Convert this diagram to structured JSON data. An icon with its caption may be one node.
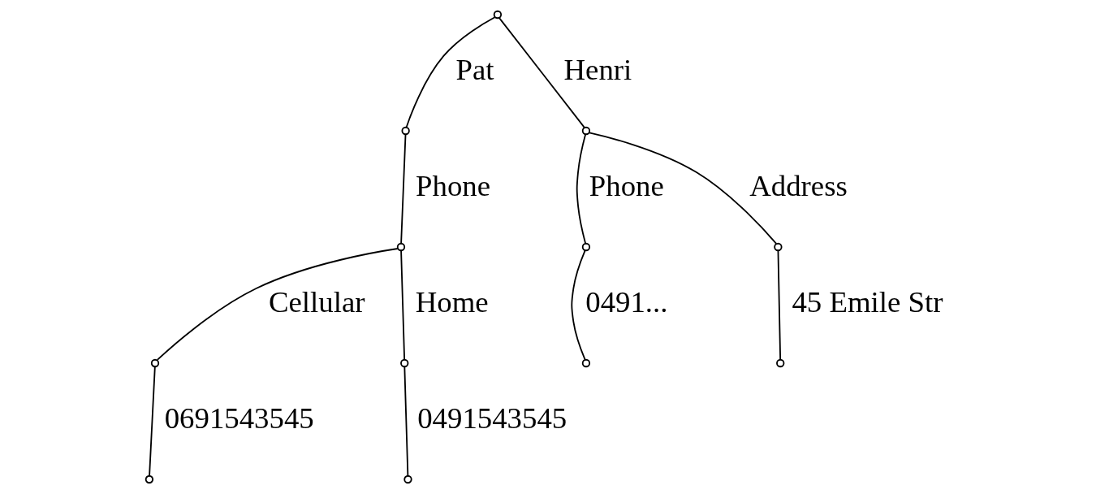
{
  "diagram": {
    "nodes": [
      {
        "text": [],
        "shape": "circle"
      },
      {
        "text": [],
        "shape": "circle"
      },
      {
        "text": [],
        "shape": "circle"
      },
      {
        "text": [],
        "shape": "circle"
      },
      {
        "text": [],
        "shape": "circle"
      },
      {
        "text": [],
        "shape": "circle"
      },
      {
        "text": [],
        "shape": "circle"
      },
      {
        "text": [],
        "shape": "circle"
      },
      {
        "text": [],
        "shape": "circle"
      },
      {
        "text": [],
        "shape": "circle"
      },
      {
        "text": [],
        "shape": "circle"
      },
      {
        "text": [],
        "shape": "circle"
      }
    ],
    "edges": [
      {
        "from": 0,
        "to": 1,
        "arrow": "none",
        "label": "Pat"
      },
      {
        "from": 0,
        "to": 2,
        "arrow": "none",
        "label": "Henri"
      },
      {
        "from": 1,
        "to": 3,
        "arrow": "none",
        "label": "Phone"
      },
      {
        "from": 2,
        "to": 4,
        "arrow": "none",
        "label": "Phone"
      },
      {
        "from": 2,
        "to": 5,
        "arrow": "none",
        "label": "Address"
      },
      {
        "from": 3,
        "to": 6,
        "arrow": "none",
        "label": "Cellular"
      },
      {
        "from": 3,
        "to": 7,
        "arrow": "none",
        "label": "Home"
      },
      {
        "from": 4,
        "to": 8,
        "arrow": "none",
        "label": "0491..."
      },
      {
        "from": 5,
        "to": 9,
        "arrow": "none",
        "label": "45 Emile Str"
      },
      {
        "from": 6,
        "to": 10,
        "arrow": "none",
        "label": "0691543545"
      },
      {
        "from": 7,
        "to": 11,
        "arrow": "none",
        "label": "0491543545"
      }
    ]
  }
}
